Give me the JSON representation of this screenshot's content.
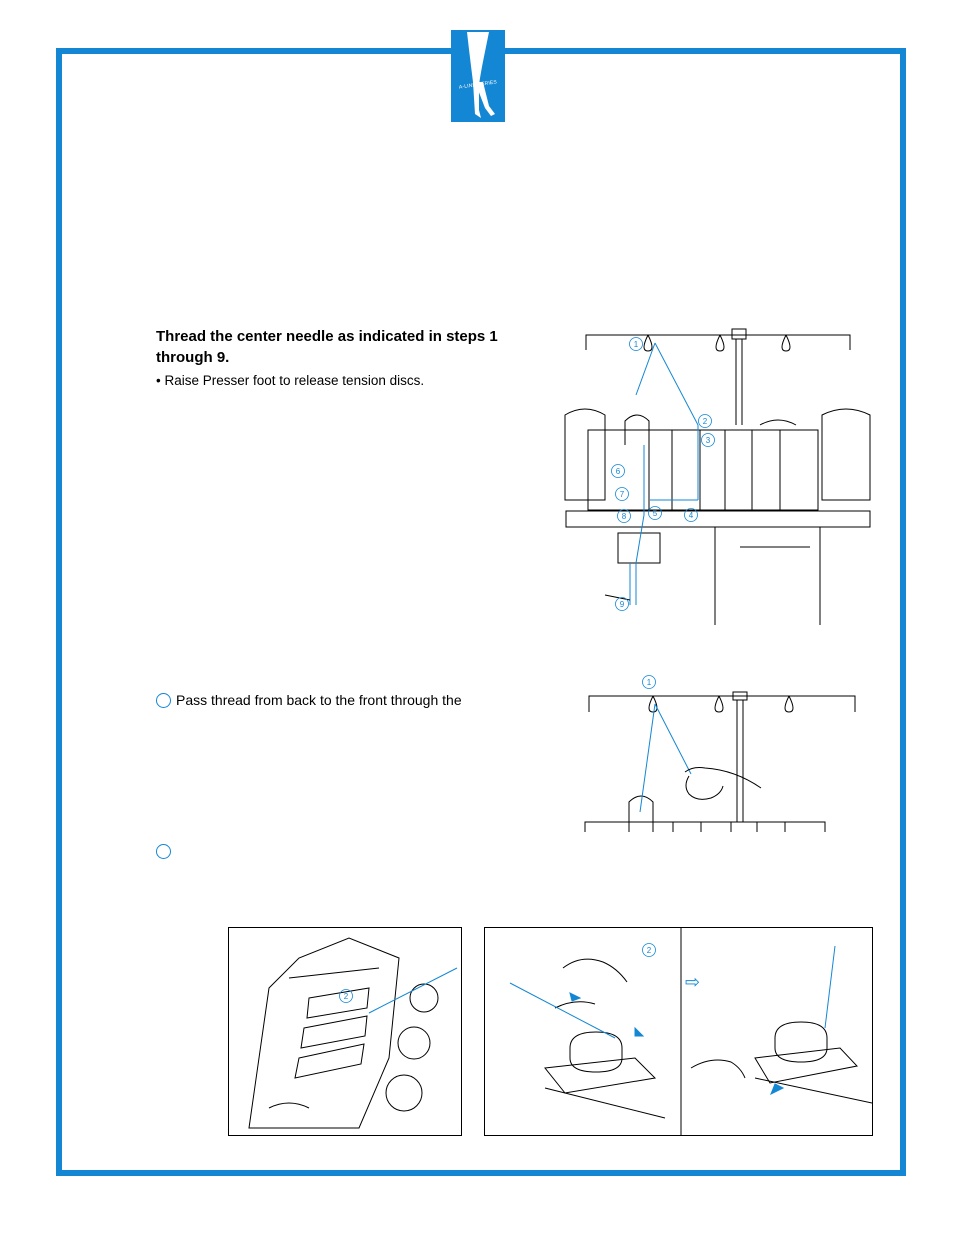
{
  "header": {
    "logo_text": "A-LINE SERIES"
  },
  "section": {
    "title": "Thread the center needle as indicated in steps 1 through 9.",
    "note": "• Raise Presser foot to release tension discs."
  },
  "step1": {
    "text": "Pass thread from back to the front through the"
  },
  "step2": {
    "text": ""
  },
  "figure_main": {
    "labels": [
      "1",
      "2",
      "3",
      "4",
      "5",
      "6",
      "7",
      "8",
      "9"
    ]
  },
  "figure_step1": {
    "label": "1"
  },
  "figure_step2": {
    "label_left": "2",
    "label_right": "2",
    "arrow_glyph": "⇨"
  },
  "colors": {
    "frame_blue": "#1487d4",
    "line": "#000000"
  }
}
